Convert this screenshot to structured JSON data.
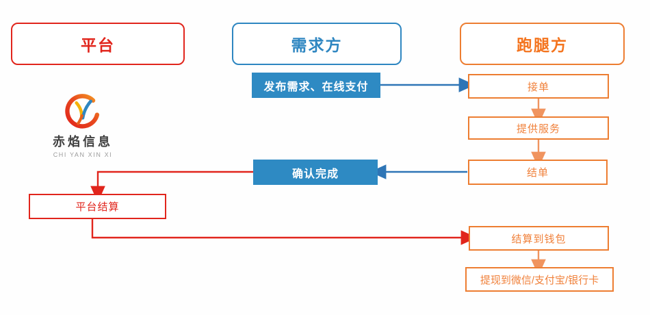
{
  "headers": {
    "platform": {
      "label": "平台",
      "color": "#e1251c"
    },
    "demand": {
      "label": "需求方",
      "color": "#2e86c1"
    },
    "runner": {
      "label": "跑腿方",
      "color": "#ed7d31"
    }
  },
  "nodes": {
    "publish": {
      "label": "发布需求、在线支付",
      "fill": "#2e8ac3"
    },
    "accept": {
      "label": "接单"
    },
    "serve": {
      "label": "提供服务"
    },
    "finish": {
      "label": "结单"
    },
    "confirm": {
      "label": "确认完成",
      "fill": "#2e8ac3"
    },
    "settle": {
      "label": "平台结算"
    },
    "wallet": {
      "label": "结算到钱包"
    },
    "withdraw": {
      "label": "提现到微信/支付宝/银行卡"
    }
  },
  "logo": {
    "name_cn": "赤焰信息",
    "name_en": "CHI YAN XIN XI"
  },
  "colors": {
    "red": "#e1251c",
    "blue_border": "#2e86c1",
    "blue_fill": "#2e8ac3",
    "blue_line": "#2e75b6",
    "orange": "#ed7d31",
    "orange_arrow": "#f0945f"
  }
}
